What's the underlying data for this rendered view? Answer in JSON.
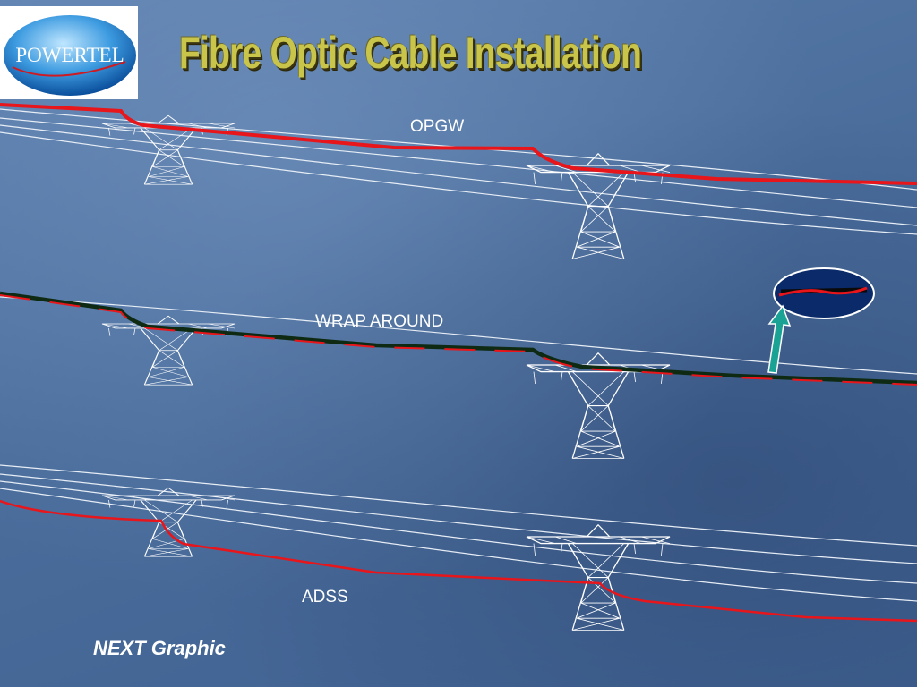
{
  "slide": {
    "title": "Fibre Optic Cable Installation",
    "logo_text": "POWERTEL",
    "sections": {
      "opgw": "OPGW",
      "wrap_around": "WRAP AROUND",
      "adss": "ADSS"
    },
    "next_link": "NEXT Graphic"
  },
  "colors": {
    "background": "#4f72a0",
    "title": "#c9c44a",
    "fibre_cable": "#e8151b",
    "wrap_cable": "#0f2a12",
    "arrow": "#1aa394",
    "tower": "#ffffff"
  }
}
